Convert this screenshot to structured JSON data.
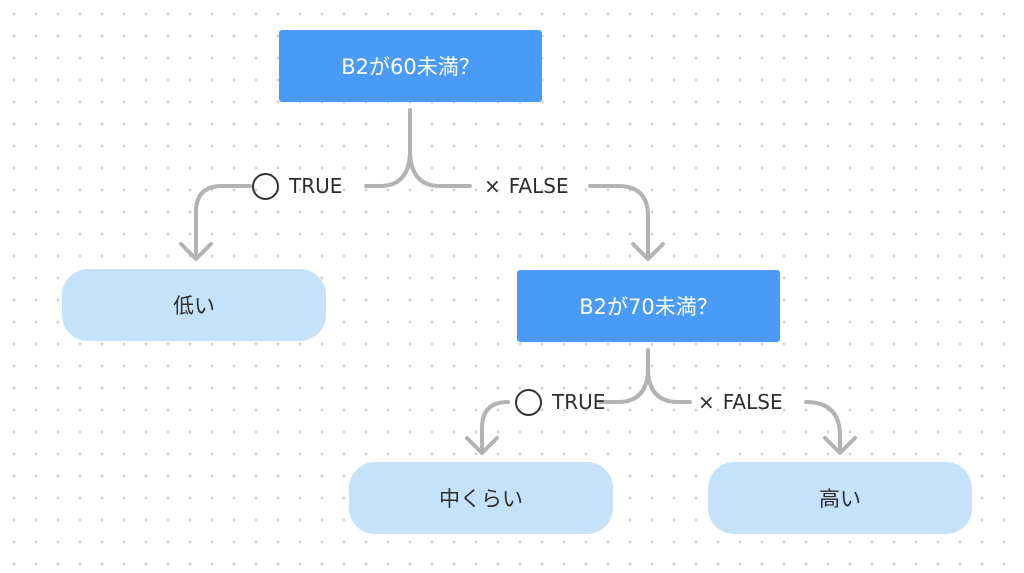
{
  "nodes": {
    "decision1": "B2が60未満？",
    "decision2": "B2が70未満？",
    "result_low": "低い",
    "result_mid": "中くらい",
    "result_high": "高い"
  },
  "branches": {
    "d1_true": "TRUE",
    "d1_false": "FALSE",
    "d2_true": "TRUE",
    "d2_false": "FALSE",
    "true_mark_icon": "circle-icon",
    "false_mark": "×"
  },
  "colors": {
    "decision_fill": "#4a9bf7",
    "result_fill": "#c6e2fb",
    "connector": "#b3b3b3"
  }
}
